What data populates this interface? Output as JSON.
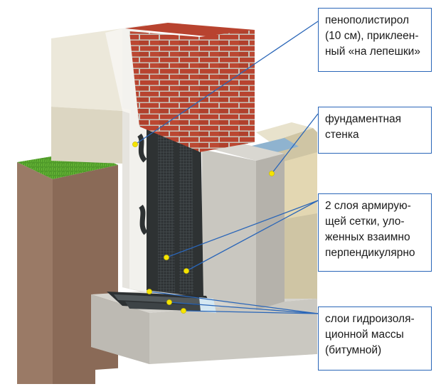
{
  "callouts": {
    "insulation": "пенополистирол\n(10 см), приклеен-\nный «на лепешки»",
    "foundation_wall": "фундаментная\nстенка",
    "mesh": "2 слоя армирую-\nщей сетки, уло-\nженных взаимно\nперпендикулярно",
    "bitumen": "слои гидроизоля-\nционной массы\n(битумной)"
  },
  "colors": {
    "leader": "#2a66b8",
    "marker": "#f5e400",
    "brick": "#b8432f",
    "concrete": "#c9c7c0",
    "soil": "#8a6a57",
    "grass": "#4f9a2a",
    "waterproofing": "#2e3233"
  }
}
